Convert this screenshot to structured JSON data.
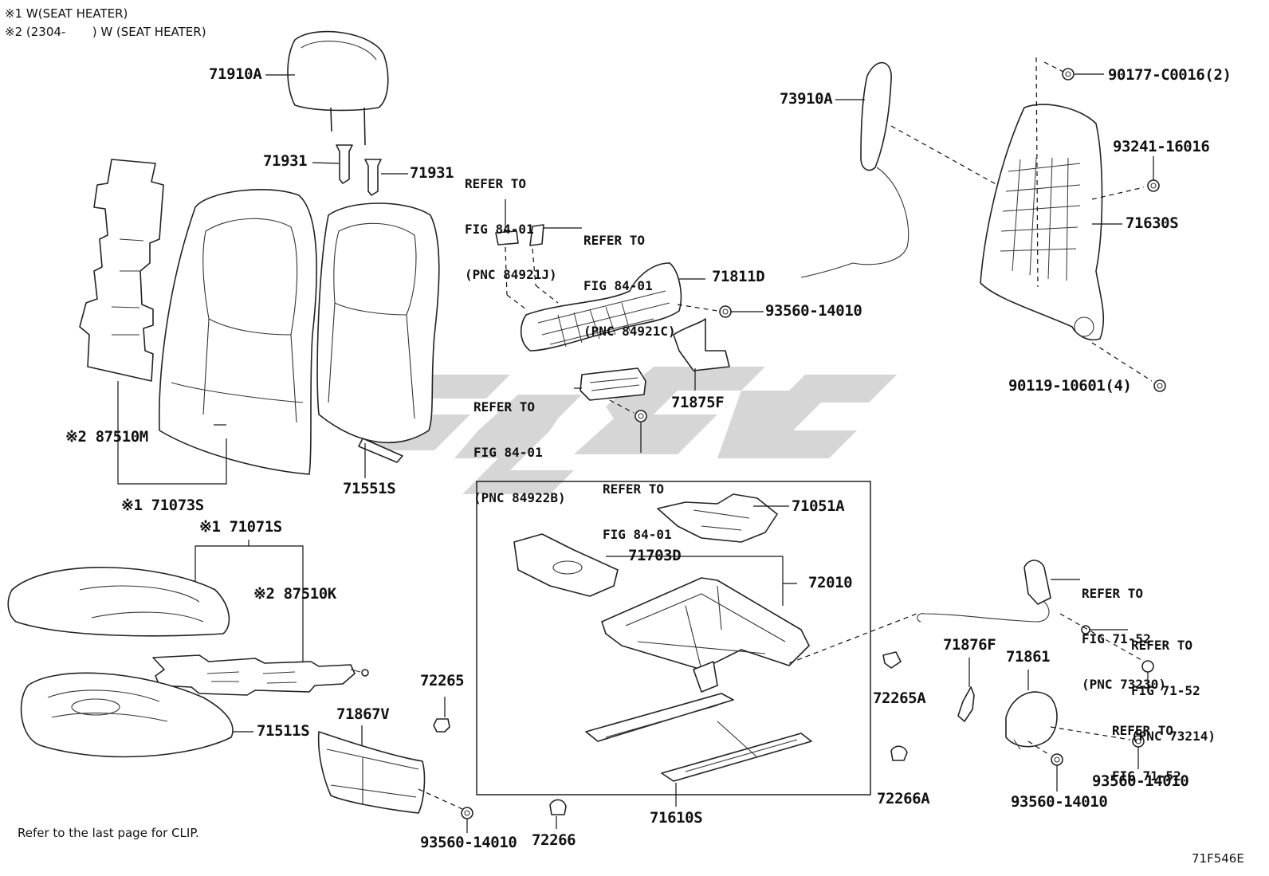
{
  "notes": {
    "note1": "※1 W(SEAT HEATER)",
    "note2": "※2 (2304-       ) W (SEAT HEATER)",
    "clip": "Refer to the last page for CLIP."
  },
  "illustration_code": "71F546E",
  "parts": [
    {
      "id": "71910A",
      "label": "71910A"
    },
    {
      "id": "71931a",
      "label": "71931"
    },
    {
      "id": "71931b",
      "label": "71931"
    },
    {
      "id": "87510M",
      "label": "※2 87510M"
    },
    {
      "id": "71073S",
      "label": "※1 71073S"
    },
    {
      "id": "71551S",
      "label": "71551S"
    },
    {
      "id": "71071S",
      "label": "※1 71071S"
    },
    {
      "id": "87510K",
      "label": "※2 87510K"
    },
    {
      "id": "71511S",
      "label": "71511S"
    },
    {
      "id": "71867V",
      "label": "71867V"
    },
    {
      "id": "93560a",
      "label": "93560-14010"
    },
    {
      "id": "72265",
      "label": "72265"
    },
    {
      "id": "72266",
      "label": "72266"
    },
    {
      "id": "71811D",
      "label": "71811D"
    },
    {
      "id": "93560b",
      "label": "93560-14010"
    },
    {
      "id": "71875F",
      "label": "71875F"
    },
    {
      "id": "71051A",
      "label": "71051A"
    },
    {
      "id": "71703D",
      "label": "71703D"
    },
    {
      "id": "72010",
      "label": "72010"
    },
    {
      "id": "71610S",
      "label": "71610S"
    },
    {
      "id": "73910A",
      "label": "73910A"
    },
    {
      "id": "90177",
      "label": "90177-C0016(2)"
    },
    {
      "id": "93241",
      "label": "93241-16016"
    },
    {
      "id": "71630S",
      "label": "71630S"
    },
    {
      "id": "90119",
      "label": "90119-10601(4)"
    },
    {
      "id": "72265A",
      "label": "72265A"
    },
    {
      "id": "72266A",
      "label": "72266A"
    },
    {
      "id": "71876F",
      "label": "71876F"
    },
    {
      "id": "71861",
      "label": "71861"
    },
    {
      "id": "93560c",
      "label": "93560-14010"
    },
    {
      "id": "93560d",
      "label": "93560-14010"
    }
  ],
  "references": [
    {
      "id": "r84921J",
      "lines": [
        "REFER TO",
        "FIG 84-01",
        "(PNC 84921J)"
      ]
    },
    {
      "id": "r84921C",
      "lines": [
        "REFER TO",
        "FIG 84-01",
        "(PNC 84921C)"
      ]
    },
    {
      "id": "r84922B",
      "lines": [
        "REFER TO",
        "FIG 84-01",
        "(PNC 84922B)"
      ]
    },
    {
      "id": "r8401",
      "lines": [
        "REFER TO",
        "FIG 84-01"
      ]
    },
    {
      "id": "r73230",
      "lines": [
        "REFER TO",
        "FIG 71-52",
        "(PNC 73230)"
      ]
    },
    {
      "id": "r73214",
      "lines": [
        "REFER TO",
        "FIG 71-52",
        "(PNC 73214)"
      ]
    },
    {
      "id": "r7152",
      "lines": [
        "REFER TO",
        "FIG 71-52"
      ]
    }
  ]
}
